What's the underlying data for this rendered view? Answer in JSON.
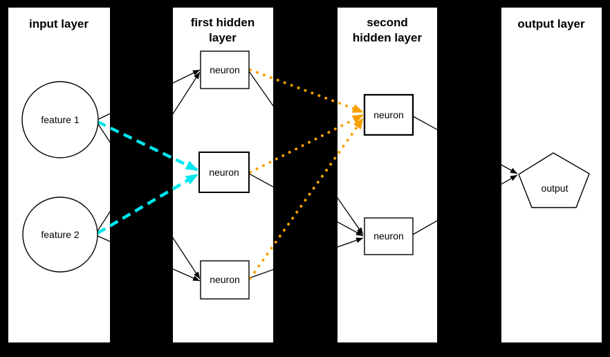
{
  "diagram": {
    "type": "neural-network-architecture",
    "background_color": "#000000",
    "panel_color": "#ffffff"
  },
  "colors": {
    "cyan": "#00e5ee",
    "orange": "#f9a000",
    "edge": "#000000"
  },
  "layers": {
    "input": {
      "title": "input layer",
      "nodes": [
        {
          "label": "feature 1",
          "shape": "circle"
        },
        {
          "label": "feature 2",
          "shape": "circle"
        }
      ]
    },
    "hidden1": {
      "title_line1": "first hidden",
      "title_line2": "layer",
      "nodes": [
        {
          "label": "neuron",
          "shape": "rect",
          "fill": "white"
        },
        {
          "label": "neuron",
          "shape": "rect",
          "fill": "cyan"
        },
        {
          "label": "neuron",
          "shape": "rect",
          "fill": "white"
        }
      ]
    },
    "hidden2": {
      "title_line1": "second",
      "title_line2": "hidden layer",
      "nodes": [
        {
          "label": "neuron",
          "shape": "rect",
          "fill": "orange"
        },
        {
          "label": "neuron",
          "shape": "rect",
          "fill": "white"
        }
      ]
    },
    "output": {
      "title": "output layer",
      "nodes": [
        {
          "label": "output",
          "shape": "pentagon"
        }
      ]
    }
  }
}
